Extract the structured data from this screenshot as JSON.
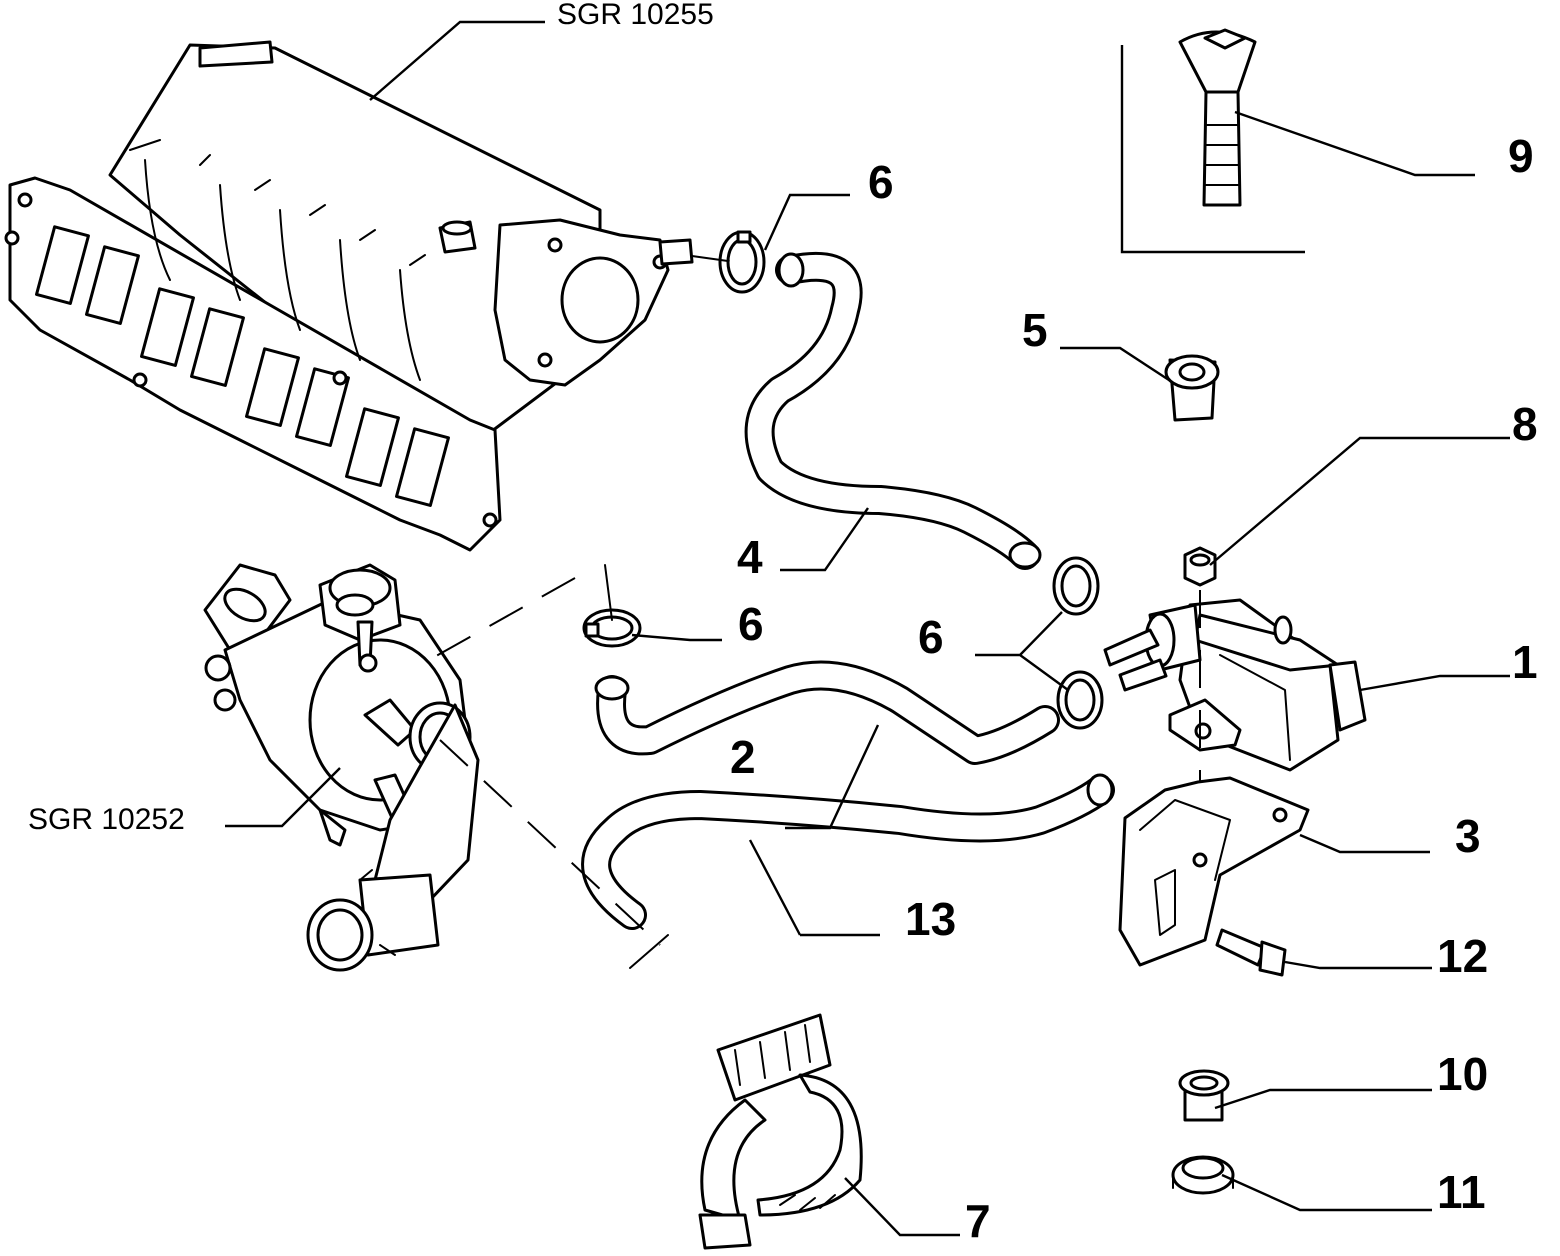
{
  "references": {
    "manifold": "SGR 10255",
    "egr_valve": "SGR 10252"
  },
  "callouts": {
    "c1": "1",
    "c2": "2",
    "c3": "3",
    "c4": "4",
    "c5": "5",
    "c6a": "6",
    "c6b": "6",
    "c6c": "6",
    "c7": "7",
    "c8": "8",
    "c9": "9",
    "c10": "10",
    "c11": "11",
    "c12": "12",
    "c13": "13"
  }
}
